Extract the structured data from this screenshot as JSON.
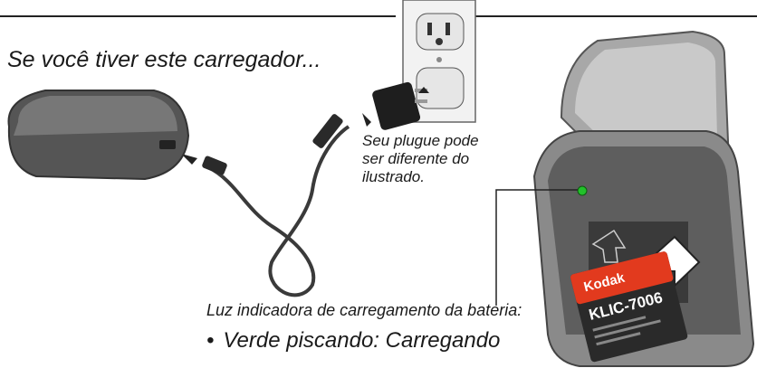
{
  "title": "Se você tiver este carregador...",
  "plug_note": {
    "line1": "Seu plugue pode",
    "line2": "ser diferente do",
    "line3": "ilustrado."
  },
  "indicator_label": "Luz indicadora de carregamento da bateria:",
  "bullets": [
    {
      "marker": "•",
      "text": "Verde piscando: Carregando"
    }
  ],
  "battery": {
    "brand": "Kodak",
    "model": "KLIC-7006"
  },
  "colors": {
    "indicator_light": "#22c02a",
    "battery_red": "#e23a1e",
    "battery_body": "#2a2a2a"
  }
}
